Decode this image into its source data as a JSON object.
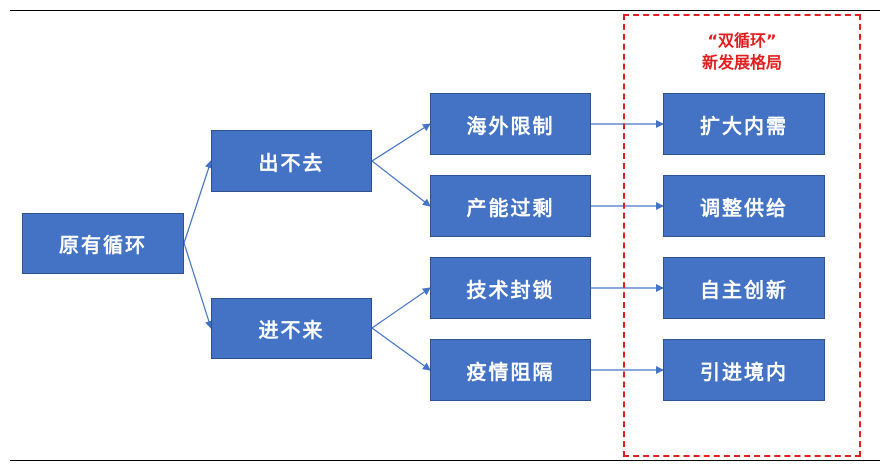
{
  "frame": {
    "title_line1": "“双循环”",
    "title_line2": "新发展格局"
  },
  "nodes": {
    "root": "原有循环",
    "branch_out": "出不去",
    "branch_in": "进不来",
    "cause_1": "海外限制",
    "cause_2": "产能过剩",
    "cause_3": "技术封锁",
    "cause_4": "疫情阻隔",
    "result_1": "扩大内需",
    "result_2": "调整供给",
    "result_3": "自主创新",
    "result_4": "引进境内"
  },
  "colors": {
    "box_fill": "#4472c4",
    "box_border": "#2f528f",
    "connector": "#4472c4",
    "frame": "#e02020",
    "text": "#ffffff"
  }
}
